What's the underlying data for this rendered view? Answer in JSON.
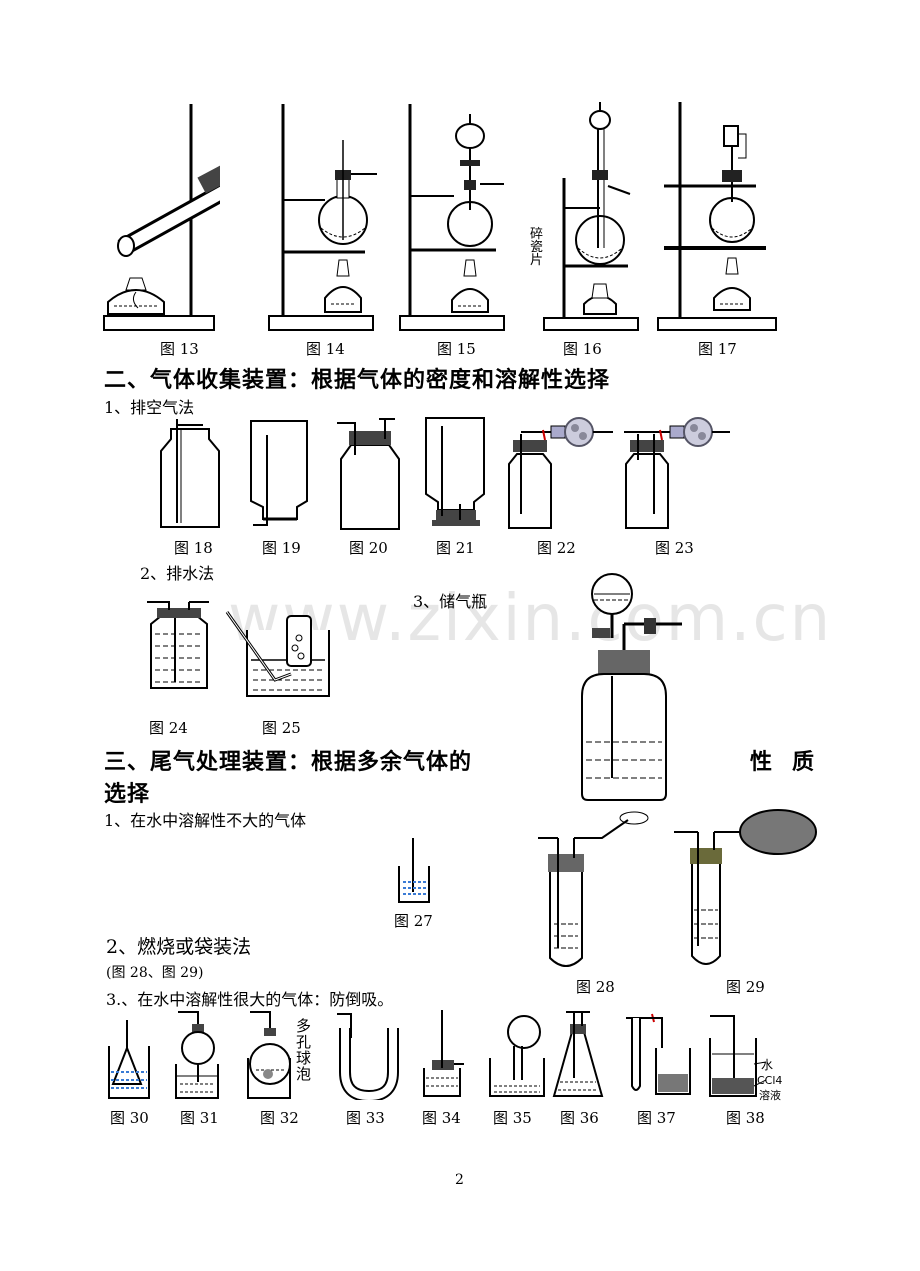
{
  "watermark": "www.zixin.com.cn",
  "figs_row1": [
    "图 13",
    "图 14",
    "图 15",
    "图 16",
    "图 17"
  ],
  "fig16_label": "碎瓷片",
  "section2": {
    "title": "二、气体收集装置：根据气体的密度和溶解性选择",
    "sub1": "1、排空气法",
    "figs_row2": [
      "图 18",
      "图 19",
      "图 20",
      "图 21",
      "图 22",
      "图 23"
    ],
    "sub2": "2、排水法",
    "sub3": "3、储气瓶",
    "figs_row3": [
      "图 24",
      "图 25"
    ]
  },
  "section3": {
    "title_a": "三、尾气处理装置：根据多余气体的",
    "title_b": "性",
    "title_c": "质",
    "title_d": "选择",
    "sub1": "1、在水中溶解性不大的气体",
    "fig27": "图 27",
    "sub2": "2、燃烧或袋装法",
    "sub2_note": "(图 28、图 29)",
    "fig28": "图 28",
    "fig29": "图 29",
    "sub3": "3.、在水中溶解性很大的气体：防倒吸。",
    "figs_row5": [
      "图 30",
      "图 31",
      "图 32",
      "图 33",
      "图 34",
      "图 35",
      "图 36",
      "图 37",
      "图 38"
    ],
    "fig32_label": "多孔球泡",
    "fig38_labels": [
      "水",
      "CCl4",
      "溶液"
    ]
  },
  "page_number": "2"
}
